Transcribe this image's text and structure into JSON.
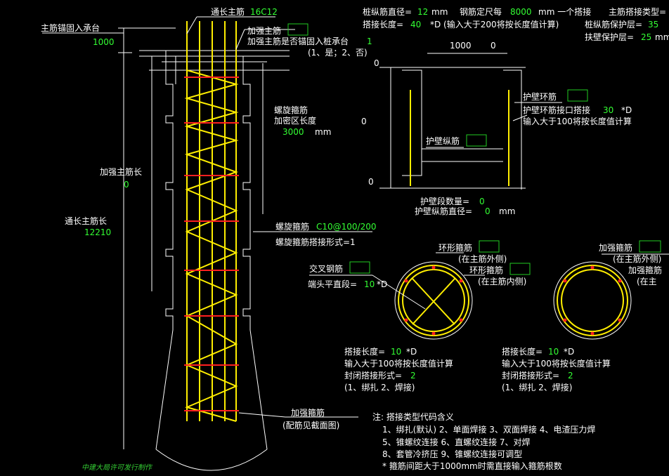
{
  "labels": {
    "through_bar": "通长主筋",
    "through_bar_spec": "16C12",
    "anchor_label": "主筋锚固入承台",
    "anchor_value": "1000",
    "reinforce_bar": "加强主筋",
    "reinforce_anchor_q": "加强主筋是否锚固入桩承台",
    "reinforce_anchor_val": "1",
    "reinforce_anchor_opts": "(1、是；2、否)",
    "pile_dia": "桩纵筋直径=",
    "pile_dia_val": "12",
    "mm": "mm",
    "fixed_len": "钢筋定尺每",
    "fixed_len_val": "8000",
    "fixed_len_tail": "mm 一个搭接",
    "lap_type": "主筋搭接类型=",
    "lap_len": "搭接长度=",
    "lap_len_val": "40",
    "lap_len_tail": "*D (输入大于200将按长度值计算)",
    "pile_cover": "桩纵筋保护层=",
    "pile_cover_val": "35",
    "wall_cover": "扶壁保护层=",
    "wall_cover_val": "25",
    "spiral_dense": "螺旋箍筋",
    "spiral_dense2": "加密区长度",
    "spiral_dense_val": "3000",
    "reinforce_len": "加强主筋长",
    "reinforce_len_val": "0",
    "through_len": "通长主筋长",
    "through_len_val": "12210",
    "spiral_spec_label": "螺旋箍筋",
    "spiral_spec": "C10@100/200",
    "spiral_lap": "螺旋箍筋搭接形式=1",
    "wall_w1": "1000",
    "wall_w2": "0",
    "wall_top": "0",
    "wall_mid": "0",
    "wall_bot": "0",
    "ring_bar": "护壁环筋",
    "ring_lap": "护壁环筋接口搭接",
    "ring_lap_val": "30",
    "ring_lap_unit": "*D",
    "ring_lap_note": "输入大于100将按长度值计算",
    "wall_long": "护壁纵筋",
    "wall_seg": "护壁段数量=",
    "wall_seg_val": "0",
    "wall_long_dia": "护壁纵筋直径=",
    "wall_long_dia_val": "0",
    "ring_hoop": "环形箍筋",
    "outside_main": "(在主筋外侧)",
    "ring_hoop2": "环形箍筋",
    "inside_main": "(在主筋内侧)",
    "cross_bar": "交叉钢筋",
    "end_straight": "端头平直段=",
    "end_straight_val": "10",
    "reinforce_hoop_r": "加强箍筋",
    "outside_main_r": "(在主筋外侧)",
    "reinforce_hoop_r2": "加强箍筋",
    "inside_main_r": "(在主",
    "lap_len_l": "搭接长度=",
    "lap_len_l_val": "10",
    "over100": "输入大于100将按长度值计算",
    "close_lap": "封闭搭接形式=",
    "close_lap_val": "2",
    "close_opts": "(1、绑扎  2、焊接)",
    "reinforce_hoop": "加强箍筋",
    "section_ref": "(配筋见截面图)",
    "notes": [
      "注: 搭接类型代码含义",
      "1、绑扎(默认)    2、单面焊接    3、双面焊接    4、电渣压力焊",
      "5、锥螺纹连接    6、直螺纹连接    7、对焊",
      "8、套管冷挤压    9、锥螺纹连接可调型",
      "* 箍筋间距大于1000mm时需直接输入箍筋根数"
    ],
    "credit": "中建大局许可发行制作"
  },
  "colors": {
    "yellow": "#ffee00",
    "red": "#ff2020",
    "green": "#33ff33",
    "white": "#ffffff"
  }
}
